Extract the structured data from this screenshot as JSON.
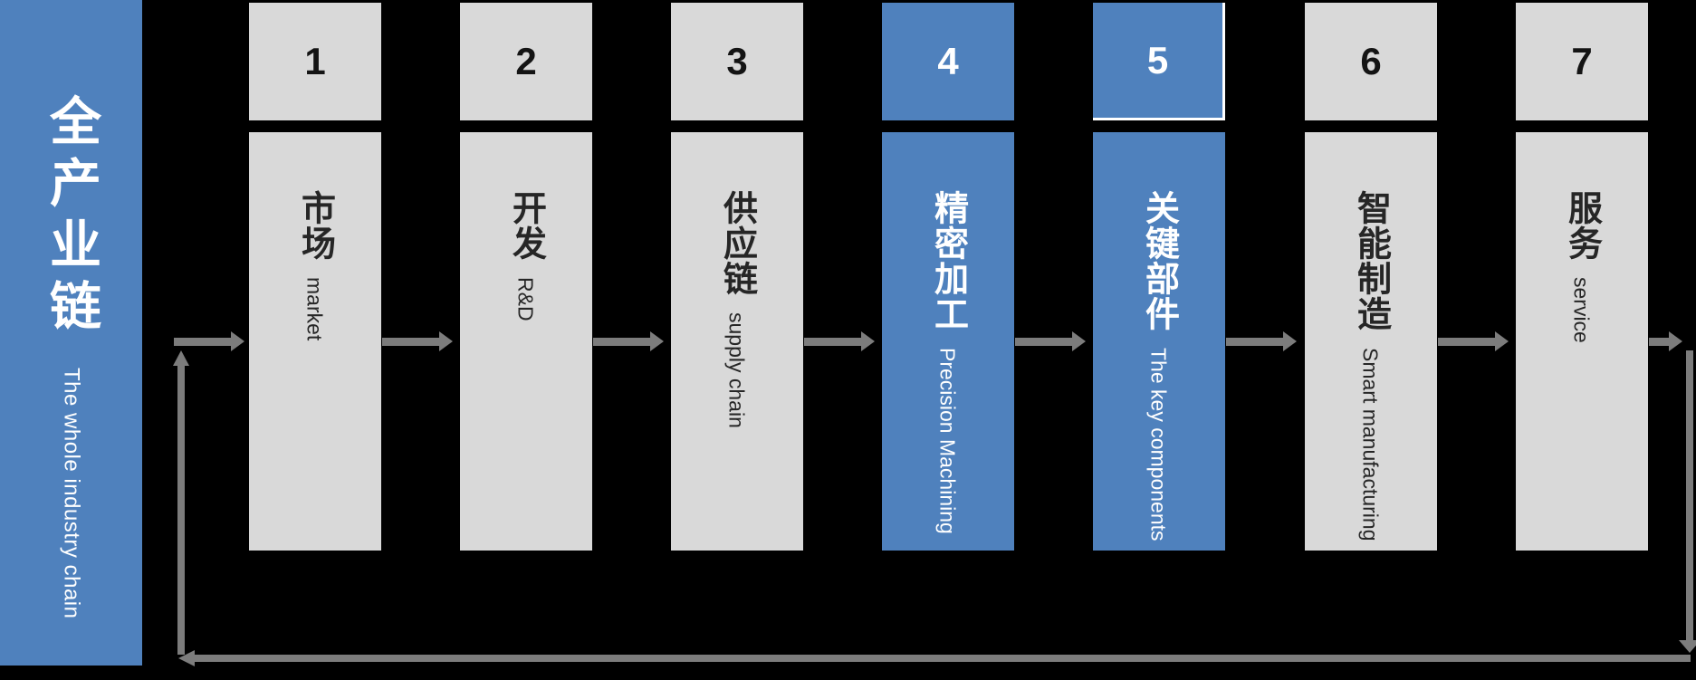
{
  "banner": {
    "zh": "全产业链",
    "en": "The whole industry chain"
  },
  "stages": [
    {
      "number": "1",
      "zh": "市场",
      "en": "market",
      "highlighted": false
    },
    {
      "number": "2",
      "zh": "开发",
      "en": "R&D",
      "highlighted": false
    },
    {
      "number": "3",
      "zh": "供应链",
      "en": "supply chain",
      "highlighted": false
    },
    {
      "number": "4",
      "zh": "精密加工",
      "en": "Precision Machining",
      "highlighted": true
    },
    {
      "number": "5",
      "zh": "关键部件",
      "en": "The key components",
      "highlighted": true
    },
    {
      "number": "6",
      "zh": "智能制造",
      "en": "Smart manufacturing",
      "highlighted": false
    },
    {
      "number": "7",
      "zh": "服务",
      "en": "service",
      "highlighted": false
    }
  ],
  "colors": {
    "background": "#000000",
    "accent_blue": "#4F81BD",
    "box_gray": "#D9D9D9",
    "arrow_gray": "#7C7C7C",
    "text_dark": "#262626",
    "text_light": "#FFFFFF"
  }
}
